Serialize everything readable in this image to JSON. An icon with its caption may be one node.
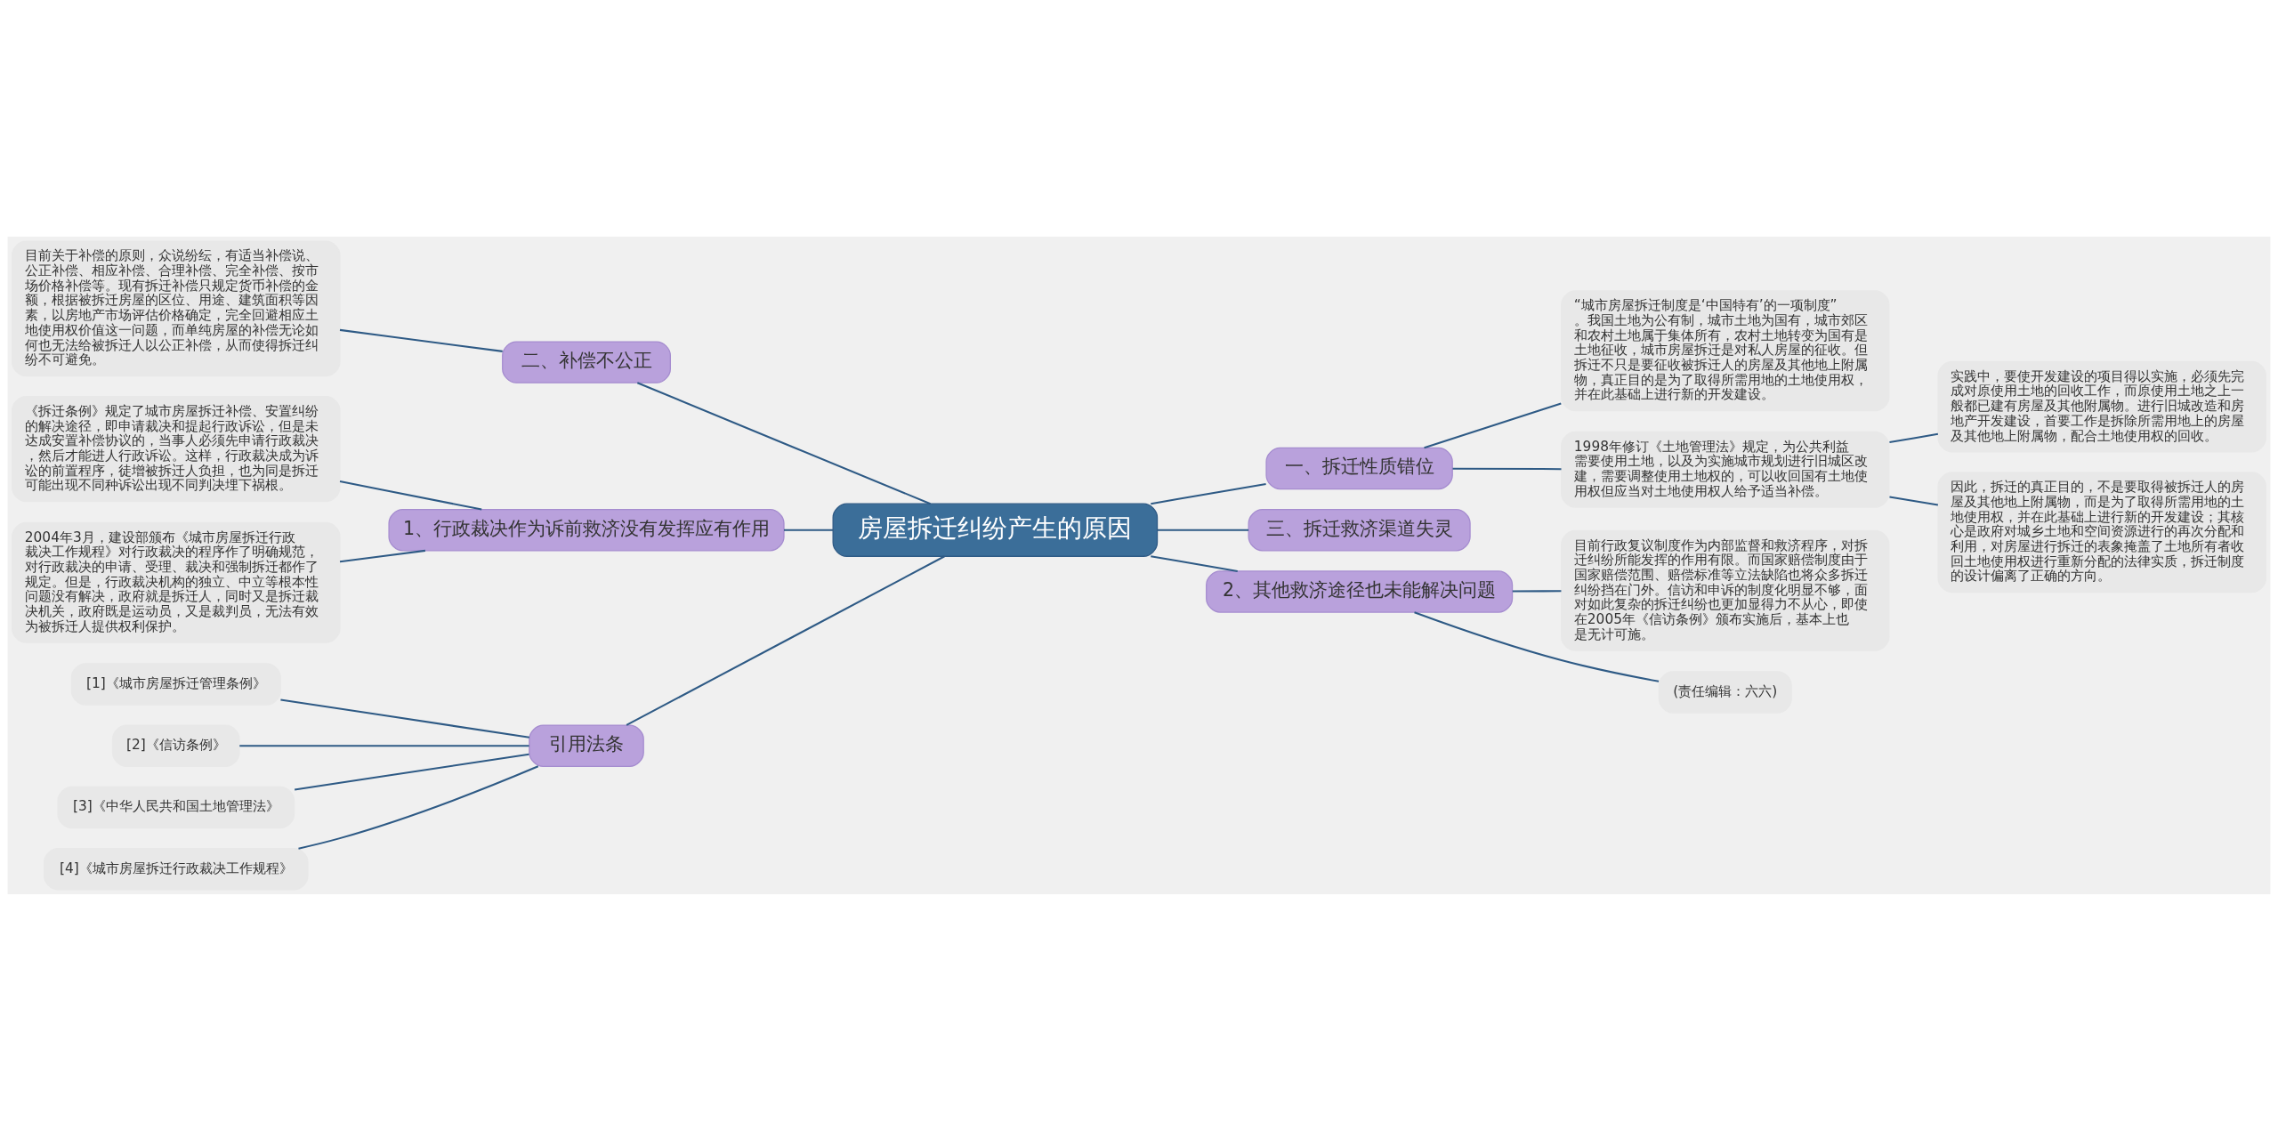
{
  "diagram": {
    "nodes": [
      {
        "text": [
          "房屋拆迁纠纷产生的原因"
        ]
      },
      {
        "text": [
          "一、拆迁性质错位"
        ]
      },
      {
        "text": [
          "“城市房屋拆迁制度是‘中国特有’的一项制度”。我国土地为公有制，城市土地为国有，城市郊区和农村土地属于集体所有，农村土地转变为国有是土地征收，城市房屋拆迁是对私人房屋的征收。但拆迁不只是要征收被拆迁人的房屋及其他地上附属物，真正目的是为了取得所需用地的土地使用权，并在此基础上进行新的开发建设。"
        ]
      },
      {
        "text": [
          "1998年修订《土地管理法》规定，为公共利益需要使用土地，以及为实施城市规划进行旧城区改建，需要调整使用土地权的，可以收回国有土地使用权但应当对土地使用权人给予适当补偿。"
        ]
      },
      {
        "text": [
          "实践中，要使开发建设的项目得以实施，必须先完成对原使用土地的回收工作，而原使用土地之上一般都已建有房屋及其他附属物。进行旧城改造和房地产开发建设，首要工作是拆除所需用地上的房屋及其他地上附属物，配合土地使用权的回收。"
        ]
      },
      {
        "text": [
          "因此，拆迁的真正目的，不是要取得被拆迁人的房屋及其他地上附属物，而是为了取得所需用地的土地使用权，并在此基础上进行新的开发建设；其核心是政府对城乡土地和空间资源进行的再次分配和利用，对房屋进行拆迁的表象掩盖了土地所有者收回土地使用权进行重新分配的法律实质，拆迁制度的设计偏离了正确的方向。"
        ]
      },
      {
        "text": [
          "三、拆迁救济渠道失灵"
        ]
      },
      {
        "text": [
          "2、其他救济途径也未能解决问题"
        ]
      },
      {
        "text": [
          "目前行政复议制度作为内部监督和救济程序，对拆迁纠纷所能发挥的作用有限。而国家赔偿制度由于国家赔偿范围、赔偿标准等立法缺陷也将众多拆迁纠纷挡在门外。信访和申诉的制度化明显不够，面对如此复杂的拆迁纠纷也更加显得力不从心，即使在2005年《信访条例》颁布实施后，基本上也是无计可施。"
        ]
      },
      {
        "text": [
          "(责任编辑：六六)"
        ]
      },
      {
        "text": [
          "二、补偿不公正"
        ]
      },
      {
        "text": [
          "目前关于补偿的原则，众说纷纭，有适当补偿说、公正补偿、相应补偿、合理补偿、完全补偿、按市场价格补偿等。现有拆迁补偿只规定货币补偿的金额，根据被拆迁房屋的区位、用途、建筑面积等因素，以房地产市场评估价格确定，完全回避相应土地使用权价值这一问题，而单纯房屋的补偿无论如何也无法给被拆迁人以公正补偿，从而使得拆迁纠纷不可避免。"
        ]
      },
      {
        "text": [
          "1、行政裁决作为诉前救济没有发挥应有作用"
        ]
      },
      {
        "text": [
          "《拆迁条例》规定了城市房屋拆迁补偿、安置纠纷的解决途径，即申请裁决和提起行政诉讼，但是未达成安置补偿协议的，当事人必须先申请行政裁决，然后才能进人行政诉讼。这样，行政裁决成为诉讼的前置程序，徒增被拆迁人负担，也为同是拆迁可能出现不同种诉讼出现不同判决埋下祸根。"
        ]
      },
      {
        "text": [
          "2004年3月，建设部颁布《城市房屋拆迁行政裁决工作规程》对行政裁决的程序作了明确规范，对行政裁决的申请、受理、裁决和强制拆迁都作了规定。但是，行政裁决机构的独立、中立等根本性问题没有解决，政府就是拆迁人，同时又是拆迁裁决机关，政府既是运动员，又是裁判员，无法有效为被拆迁人提供权利保护。"
        ]
      },
      {
        "text": [
          "引用法条"
        ]
      },
      {
        "text": [
          "[1]《城市房屋拆迁管理条例》"
        ]
      },
      {
        "text": [
          "[2]《信访条例》"
        ]
      },
      {
        "text": [
          "[3]《中华人民共和国土地管理法》"
        ]
      },
      {
        "text": [
          "[4]《城市房屋拆迁行政裁决工作规程》"
        ]
      }
    ],
    "edges": [
      {
        "from": 0,
        "to": 1,
        "arrow": "none"
      },
      {
        "from": 1,
        "to": 2,
        "arrow": "none"
      },
      {
        "from": 1,
        "to": 3,
        "arrow": "none"
      },
      {
        "from": 3,
        "to": 4,
        "arrow": "none"
      },
      {
        "from": 3,
        "to": 5,
        "arrow": "none"
      },
      {
        "from": 0,
        "to": 6,
        "arrow": "none"
      },
      {
        "from": 0,
        "to": 7,
        "arrow": "none"
      },
      {
        "from": 7,
        "to": 8,
        "arrow": "none"
      },
      {
        "from": 7,
        "to": 9,
        "arrow": "none"
      },
      {
        "from": 0,
        "to": 10,
        "arrow": "none"
      },
      {
        "from": 10,
        "to": 11,
        "arrow": "none"
      },
      {
        "from": 0,
        "to": 12,
        "arrow": "none"
      },
      {
        "from": 12,
        "to": 13,
        "arrow": "none"
      },
      {
        "from": 12,
        "to": 14,
        "arrow": "none"
      },
      {
        "from": 0,
        "to": 15,
        "arrow": "none"
      },
      {
        "from": 15,
        "to": 16,
        "arrow": "none"
      },
      {
        "from": 15,
        "to": 17,
        "arrow": "none"
      },
      {
        "from": 15,
        "to": 18,
        "arrow": "none"
      },
      {
        "from": 15,
        "to": 19,
        "arrow": "none"
      }
    ]
  }
}
